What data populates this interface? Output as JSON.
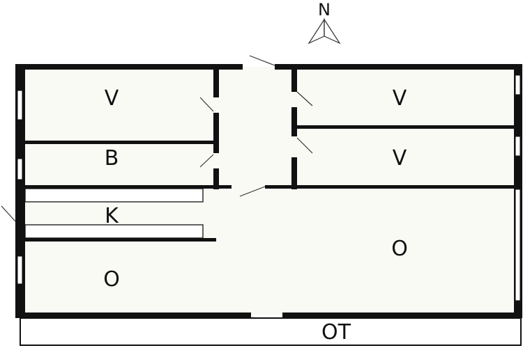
{
  "compass": {
    "letter": "N"
  },
  "rooms": {
    "bedroom_nw": "V",
    "bathroom": "B",
    "kitchen": "K",
    "living_sw": "O",
    "bedroom_ne": "V",
    "bedroom_e": "V",
    "living_e": "O",
    "terrace": "OT"
  },
  "colors": {
    "wall": "#111111",
    "floor": "#fafaf5",
    "window": "#ffffff"
  }
}
